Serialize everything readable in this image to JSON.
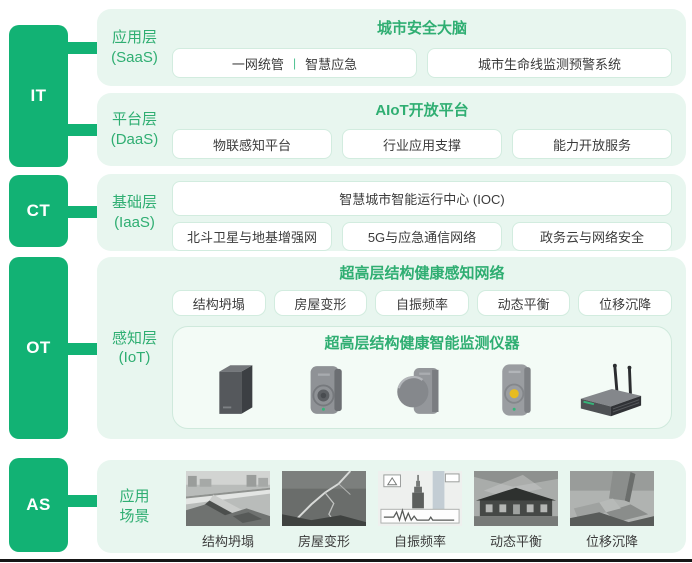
{
  "colors": {
    "accent": "#12b274",
    "panel": "#e8f6ef",
    "green_text": "#2fae72",
    "chip_border": "#d2ecdf",
    "text_dark": "#3b3b3b",
    "inner_panel": "#f3fbf6",
    "inner_border": "#cfe9dc",
    "status_yellow": "#e8bc20"
  },
  "side_blocks": [
    {
      "label": "IT"
    },
    {
      "label": "CT"
    },
    {
      "label": "OT"
    },
    {
      "label": "AS"
    }
  ],
  "rows": {
    "saas": {
      "layer": "应用层",
      "layer_sub": "(SaaS)",
      "title": "城市安全大脑",
      "chip1": {
        "part1": "一网统管",
        "sep": "|",
        "part2": "智慧应急"
      },
      "chip2": "城市生命线监测预警系统"
    },
    "daas": {
      "layer": "平台层",
      "layer_sub": "(DaaS)",
      "title": "AIoT开放平台",
      "chips": [
        "物联感知平台",
        "行业应用支撑",
        "能力开放服务"
      ]
    },
    "iaas": {
      "layer": "基础层",
      "layer_sub": "(IaaS)",
      "top_chip": "智慧城市智能运行中心 (IOC)",
      "chips": [
        "北斗卫星与地基增强网",
        "5G与应急通信网络",
        "政务云与网络安全"
      ]
    },
    "iot": {
      "layer": "感知层",
      "layer_sub": "(IoT)",
      "title": "超高层结构健康感知网络",
      "chips": [
        "结构坍塌",
        "房屋变形",
        "自振频率",
        "动态平衡",
        "位移沉降"
      ],
      "device_panel_title": "超高层结构健康智能监测仪器",
      "device_icons": [
        "pillar-sensor-icon",
        "ring-sensor-icon",
        "disc-sensor-icon",
        "dot-sensor-icon",
        "wireless-gateway-icon"
      ]
    },
    "scenes": {
      "layer_line1": "应用",
      "layer_line2": "场景",
      "items": [
        {
          "caption": "结构坍塌",
          "icon": "collapsed-structure-photo"
        },
        {
          "caption": "房屋变形",
          "icon": "cracked-wall-photo"
        },
        {
          "caption": "自振频率",
          "icon": "vibration-frequency-diagram-photo"
        },
        {
          "caption": "动态平衡",
          "icon": "building-balance-photo"
        },
        {
          "caption": "位移沉降",
          "icon": "ground-settlement-photo"
        }
      ]
    }
  }
}
